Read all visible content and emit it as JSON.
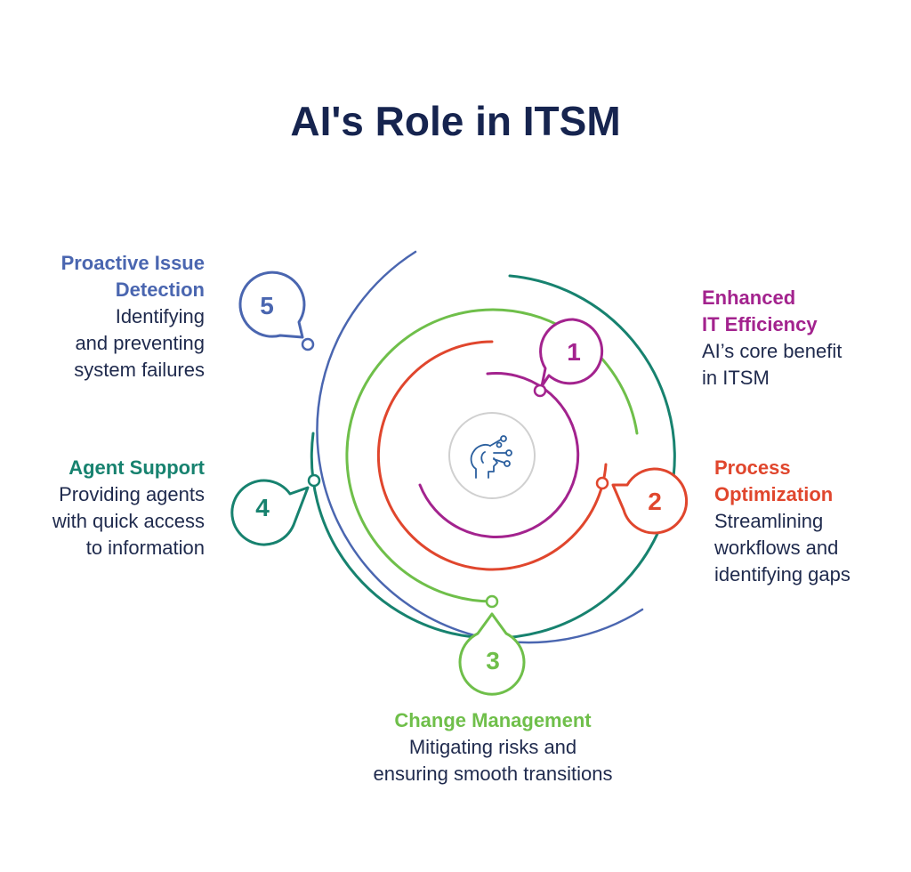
{
  "title": "AI's Role in ITSM",
  "colors": {
    "step1": "#a3238e",
    "step2": "#e0462d",
    "step3": "#6fbf4a",
    "step4": "#17826f",
    "step5": "#4a66b0",
    "title": "#16244f",
    "text": "#1f2a4d",
    "hub": "#d0d0d0"
  },
  "center_icon": "ai-head-circuit-icon",
  "steps": [
    {
      "number": "1",
      "heading_line1": "Enhanced",
      "heading_line2": "IT Efficiency",
      "desc_line1": "AI’s core benefit",
      "desc_line2": "in ITSM"
    },
    {
      "number": "2",
      "heading_line1": "Process",
      "heading_line2": "Optimization",
      "desc_line1": "Streamlining",
      "desc_line2": "workflows and",
      "desc_line3": "identifying gaps"
    },
    {
      "number": "3",
      "heading_line1": "Change Management",
      "desc_line1": "Mitigating risks and",
      "desc_line2": "ensuring smooth transitions"
    },
    {
      "number": "4",
      "heading_line1": "Agent Support",
      "desc_line1": "Providing agents",
      "desc_line2": "with quick access",
      "desc_line3": "to information"
    },
    {
      "number": "5",
      "heading_line1": "Proactive Issue",
      "heading_line2": "Detection",
      "desc_line1": "Identifying",
      "desc_line2": "and preventing",
      "desc_line3": "system failures"
    }
  ]
}
